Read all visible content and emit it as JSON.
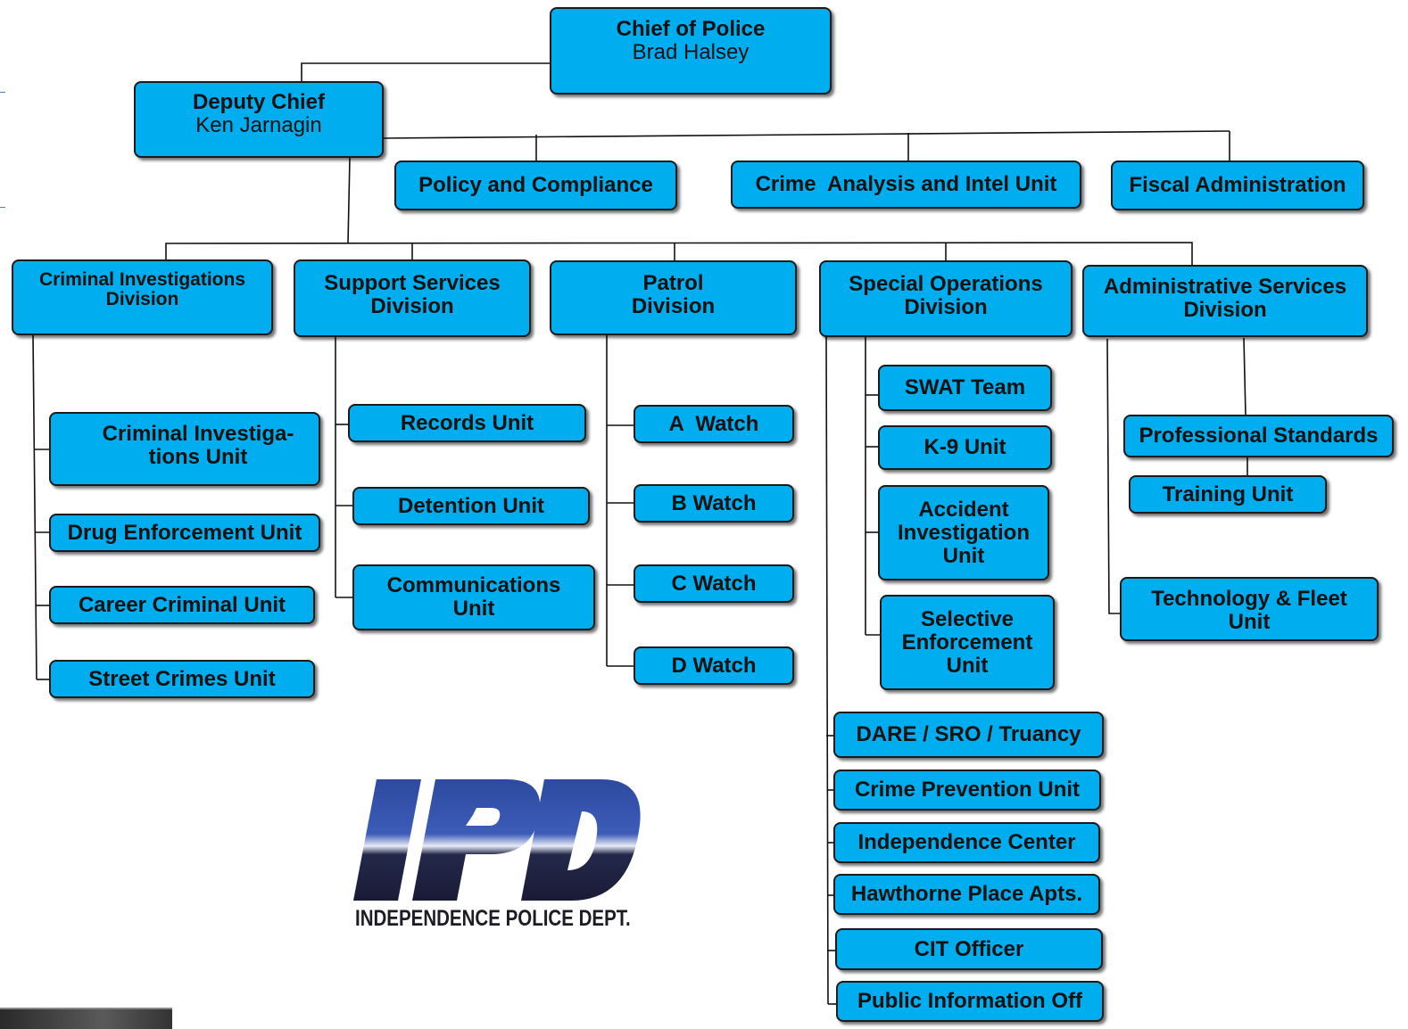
{
  "chief": {
    "title": "Chief of Police",
    "name": "Brad Halsey"
  },
  "deputy": {
    "title": "Deputy Chief",
    "name": "Ken Jarnagin"
  },
  "staff_units": [
    "Policy and Compliance",
    "Crime  Analysis and Intel Unit",
    "Fiscal Administration"
  ],
  "divisions": {
    "criminal_investigations": {
      "label": "Criminal Investigations Division",
      "units": [
        "Criminal Investiga- tions Unit",
        "Drug Enforcement Unit",
        "Career Criminal Unit",
        "Street Crimes Unit"
      ]
    },
    "support_services": {
      "label": "Support Services Division",
      "units": [
        "Records Unit",
        "Detention Unit",
        "Communications Unit"
      ]
    },
    "patrol": {
      "label": "Patrol Division",
      "units": [
        "A  Watch",
        "B Watch",
        "C Watch",
        "D Watch"
      ]
    },
    "special_operations": {
      "label": "Special Operations Division",
      "units": [
        "SWAT Team",
        "K-9 Unit",
        "Accident Investigation Unit",
        "Selective Enforcement Unit"
      ],
      "programs": [
        "DARE / SRO / Truancy",
        "Crime Prevention Unit",
        "Independence Center",
        "Hawthorne Place Apts.",
        "CIT Officer",
        "Public Information Off"
      ]
    },
    "administrative_services": {
      "label": "Administrative Services Division",
      "units": [
        "Professional Standards",
        "Training Unit",
        "Technology & Fleet Unit"
      ]
    }
  },
  "logo": {
    "letters": "IPD",
    "caption": "INDEPENDENCE POLICE DEPT."
  },
  "colors": {
    "box_fill": "#00aeef",
    "box_border": "#1a1a1a",
    "logo_dark": "#1b1d3a",
    "logo_blue": "#2e4fa3"
  }
}
